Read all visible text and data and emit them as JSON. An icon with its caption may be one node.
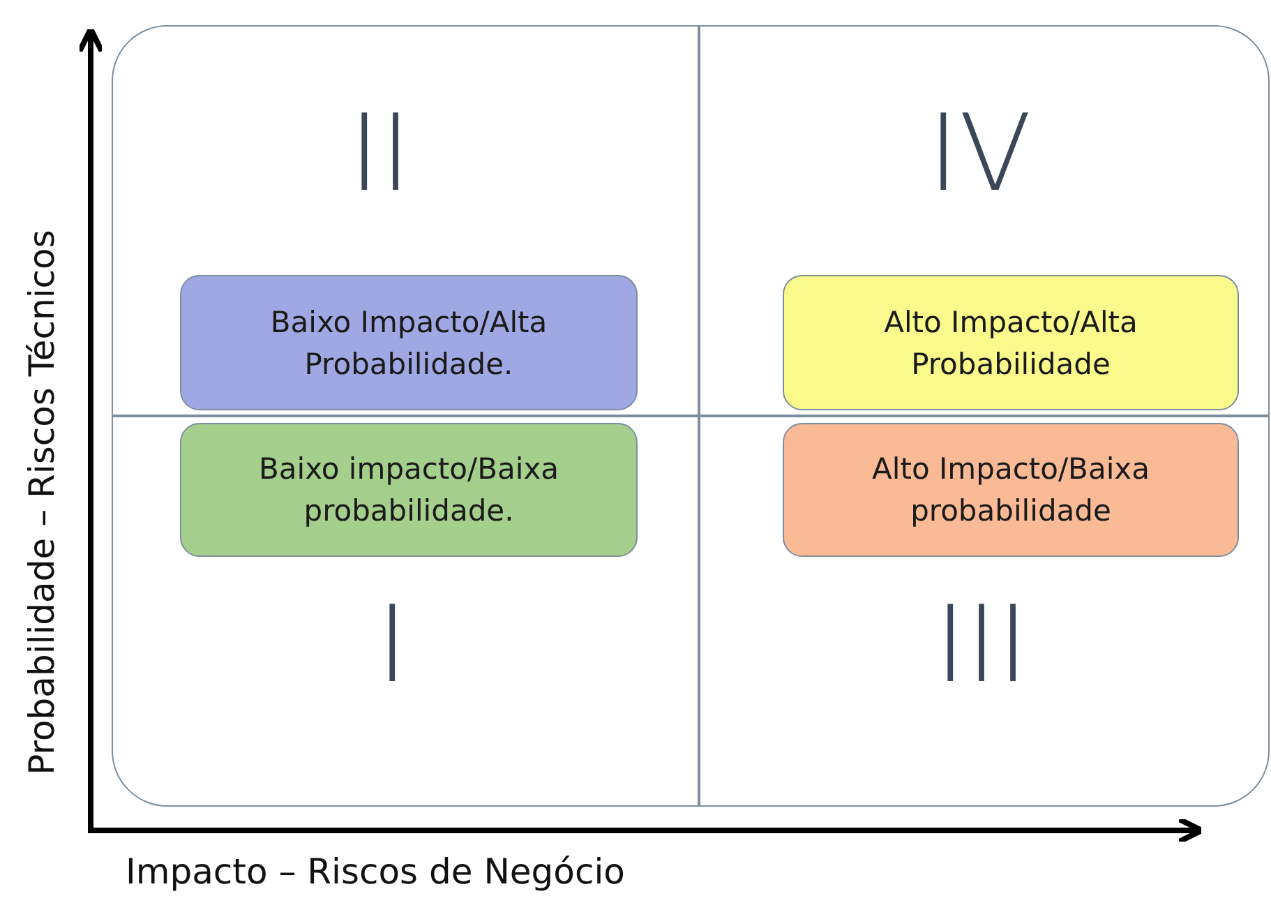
{
  "diagram": {
    "nodes": [
      {
        "text": [],
        "shape": "box"
      },
      {
        "text": [
          "Baixo Impacto/Alta Probabilidade."
        ],
        "in": 0
      },
      {
        "text": [
          "Alto Impacto/Alta Probabilidade"
        ],
        "in": 0
      },
      {
        "text": [
          "Baixo impacto/Baixa probabilidade."
        ],
        "in": 0
      },
      {
        "text": [
          "Alto Impacto/Baixa probabilidade"
        ],
        "in": 0
      }
    ],
    "labels": [
      "II",
      "IV",
      "I",
      "III",
      "Probabilidade – Riscos Técnicos",
      "Impacto – Riscos de Negócio"
    ]
  }
}
